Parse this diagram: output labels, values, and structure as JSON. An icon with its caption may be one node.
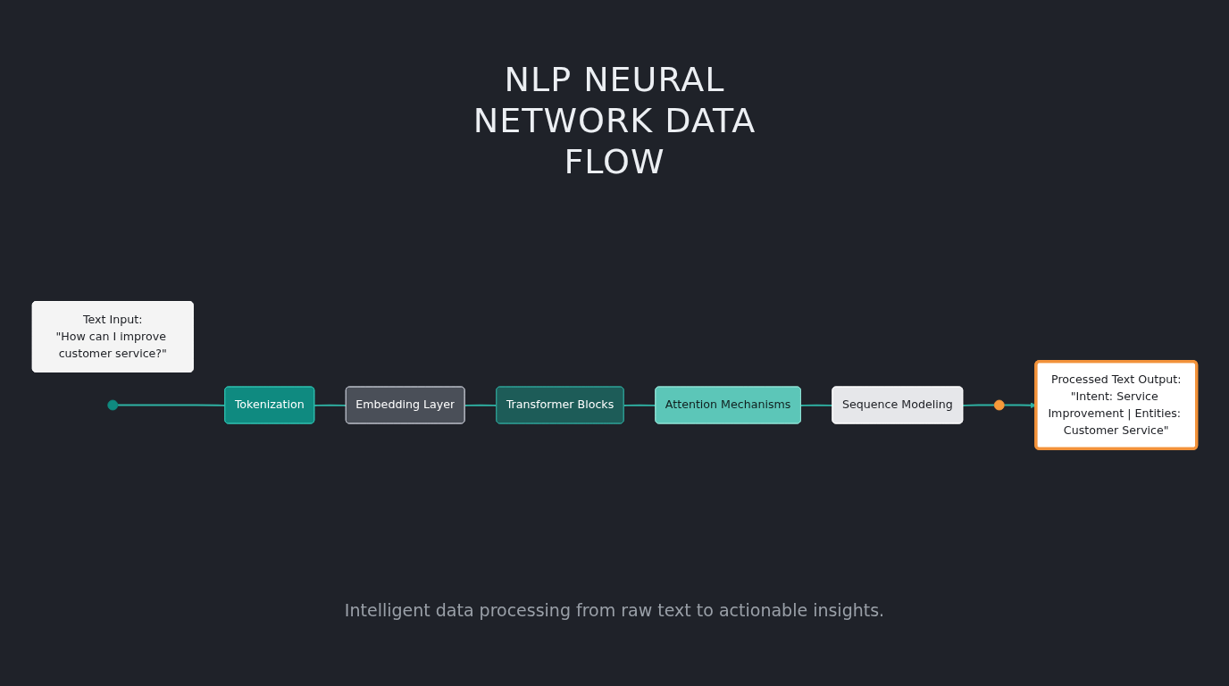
{
  "diagram": {
    "title": "NLP NEURAL NETWORK DATA FLOW",
    "caption": "Intelligent data processing from raw text to actionable insights.",
    "nodes": [
      {
        "text": [
          "Text Input:",
          "\"How can I improve customer service?\""
        ]
      },
      {
        "text": [],
        "shape": "circle"
      },
      {
        "text": [
          "Tokenization"
        ]
      },
      {
        "text": [
          "Embedding Layer"
        ]
      },
      {
        "text": [
          "Transformer Blocks"
        ]
      },
      {
        "text": [
          "Attention Mechanisms"
        ]
      },
      {
        "text": [
          "Sequence Modeling"
        ]
      },
      {
        "text": [],
        "shape": "circle"
      },
      {
        "text": [
          "Processed Text Output:",
          "\"Intent: Service Improvement | Entities: Customer Service\""
        ]
      }
    ],
    "edges": [
      {
        "from": 1,
        "to": 2,
        "arrow": "none"
      },
      {
        "from": 2,
        "to": 3,
        "arrow": "none"
      },
      {
        "from": 3,
        "to": 4,
        "arrow": "none"
      },
      {
        "from": 4,
        "to": 5,
        "arrow": "none"
      },
      {
        "from": 5,
        "to": 6,
        "arrow": "none"
      },
      {
        "from": 6,
        "to": 7,
        "arrow": "none"
      },
      {
        "from": 7,
        "to": 8,
        "arrow": "to"
      }
    ]
  }
}
